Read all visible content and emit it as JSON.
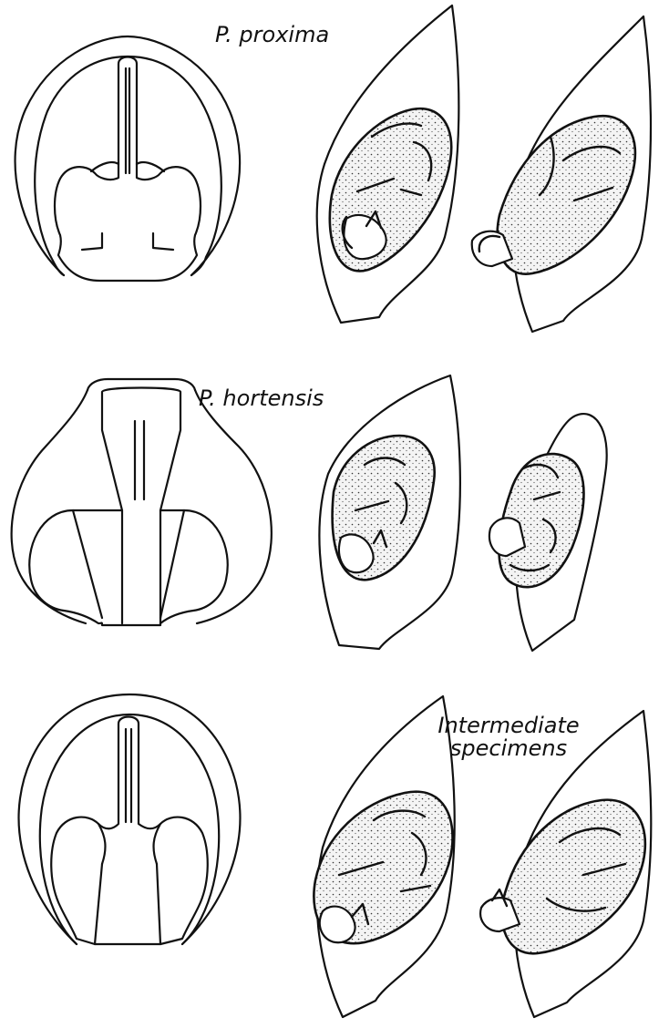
{
  "rows": [
    {
      "id": "proxima",
      "label": "P. proxima"
    },
    {
      "id": "hortensis",
      "label": "P. hortensis"
    },
    {
      "id": "intermediate",
      "label": "Intermediate\nspecimens"
    }
  ],
  "colors": {
    "ink": "#111111",
    "paper": "#ffffff"
  }
}
